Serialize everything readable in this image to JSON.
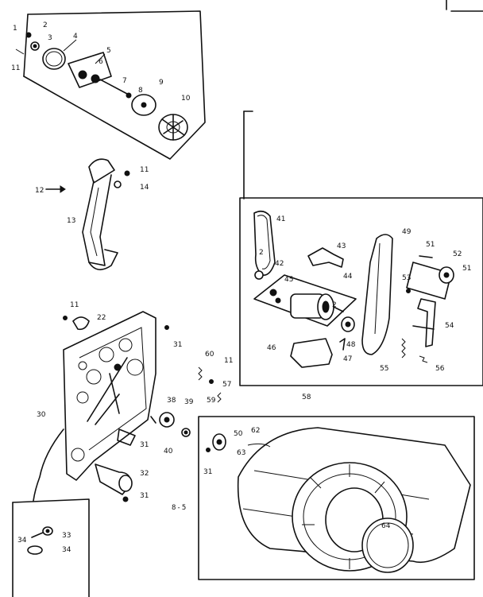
{
  "caption": "8-5",
  "callouts": [
    {
      "id": "c1",
      "text": "1"
    },
    {
      "id": "c2",
      "text": "2"
    },
    {
      "id": "c3",
      "text": "3"
    },
    {
      "id": "c4",
      "text": "4"
    },
    {
      "id": "c5",
      "text": "5"
    },
    {
      "id": "c6",
      "text": "6"
    },
    {
      "id": "c7",
      "text": "7"
    },
    {
      "id": "c8",
      "text": "8"
    },
    {
      "id": "c9",
      "text": "9"
    },
    {
      "id": "c10",
      "text": "10"
    },
    {
      "id": "c11a",
      "text": "11"
    },
    {
      "id": "c11b",
      "text": "11"
    },
    {
      "id": "c11c",
      "text": "11"
    },
    {
      "id": "c11d",
      "text": "11"
    },
    {
      "id": "c12",
      "text": "12"
    },
    {
      "id": "c13",
      "text": "13"
    },
    {
      "id": "c14",
      "text": "14"
    },
    {
      "id": "c22",
      "text": "22"
    },
    {
      "id": "c30",
      "text": "30"
    },
    {
      "id": "c31a",
      "text": "31"
    },
    {
      "id": "c31b",
      "text": "31"
    },
    {
      "id": "c31c",
      "text": "31"
    },
    {
      "id": "c31d",
      "text": "31"
    },
    {
      "id": "c32",
      "text": "32"
    },
    {
      "id": "c33",
      "text": "33"
    },
    {
      "id": "c34a",
      "text": "34"
    },
    {
      "id": "c34b",
      "text": "34"
    },
    {
      "id": "c38",
      "text": "38"
    },
    {
      "id": "c39",
      "text": "39"
    },
    {
      "id": "c40",
      "text": "40"
    },
    {
      "id": "c41",
      "text": "41"
    },
    {
      "id": "c42",
      "text": "42"
    },
    {
      "id": "c43",
      "text": "43"
    },
    {
      "id": "c44",
      "text": "44"
    },
    {
      "id": "c45",
      "text": "45"
    },
    {
      "id": "c46",
      "text": "46"
    },
    {
      "id": "c47",
      "text": "47"
    },
    {
      "id": "c48",
      "text": "48"
    },
    {
      "id": "c49",
      "text": "49"
    },
    {
      "id": "c50",
      "text": "50"
    },
    {
      "id": "c51",
      "text": "51"
    },
    {
      "id": "c52",
      "text": "52"
    },
    {
      "id": "c53",
      "text": "53"
    },
    {
      "id": "c54",
      "text": "54"
    },
    {
      "id": "c55",
      "text": "55"
    },
    {
      "id": "c56",
      "text": "56"
    },
    {
      "id": "c57",
      "text": "57"
    },
    {
      "id": "c58",
      "text": "58"
    },
    {
      "id": "c59",
      "text": "59"
    },
    {
      "id": "c60",
      "text": "60"
    },
    {
      "id": "c62",
      "text": "62"
    },
    {
      "id": "c63",
      "text": "63"
    },
    {
      "id": "c64",
      "text": "64"
    },
    {
      "id": "c51b",
      "text": "51"
    },
    {
      "id": "c2b",
      "text": "2"
    },
    {
      "id": "c42b",
      "text": "2"
    }
  ]
}
